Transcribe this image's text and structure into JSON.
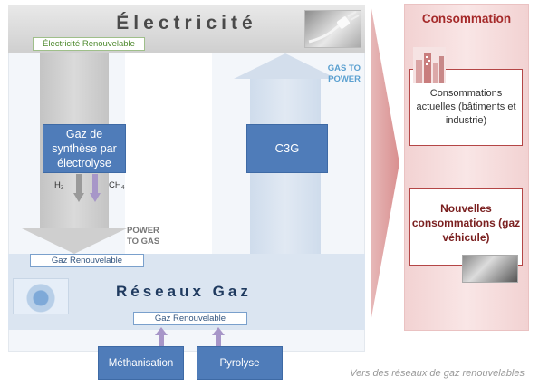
{
  "electricite": {
    "title": "Électricité",
    "label": "Électricité Renouvelable"
  },
  "left_flow": {
    "box_label": "Gaz de synthèse par électrolyse",
    "h2": "H₂",
    "ch4": "CH₄",
    "power_to_gas": [
      "POWER",
      "TO GAS"
    ]
  },
  "right_flow": {
    "box_label": "C3G",
    "gas_to_power": [
      "GAS TO",
      "POWER"
    ]
  },
  "reseaux": {
    "title": "Réseaux Gaz",
    "top_label": "Gaz Renouvelable",
    "bottom_label": "Gaz Renouvelable"
  },
  "sources": {
    "methanisation": "Méthanisation",
    "pyrolyse": "Pyrolyse"
  },
  "consommation": {
    "title": "Consommation",
    "box1": "Consommations actuelles (bâtiments et industrie)",
    "box2": "Nouvelles consommations (gaz véhicule)"
  },
  "caption": "Vers des réseaux de gaz renouvelables",
  "colors": {
    "box_blue": "#4f7cb9",
    "accent_red": "#a52a2a",
    "purple_arrow": "#a796c8",
    "gas_to_power_text": "#5aa0d0"
  },
  "icons": [
    "plug-icon",
    "gas-burner-icon",
    "city-icon",
    "car-fuel-icon"
  ]
}
